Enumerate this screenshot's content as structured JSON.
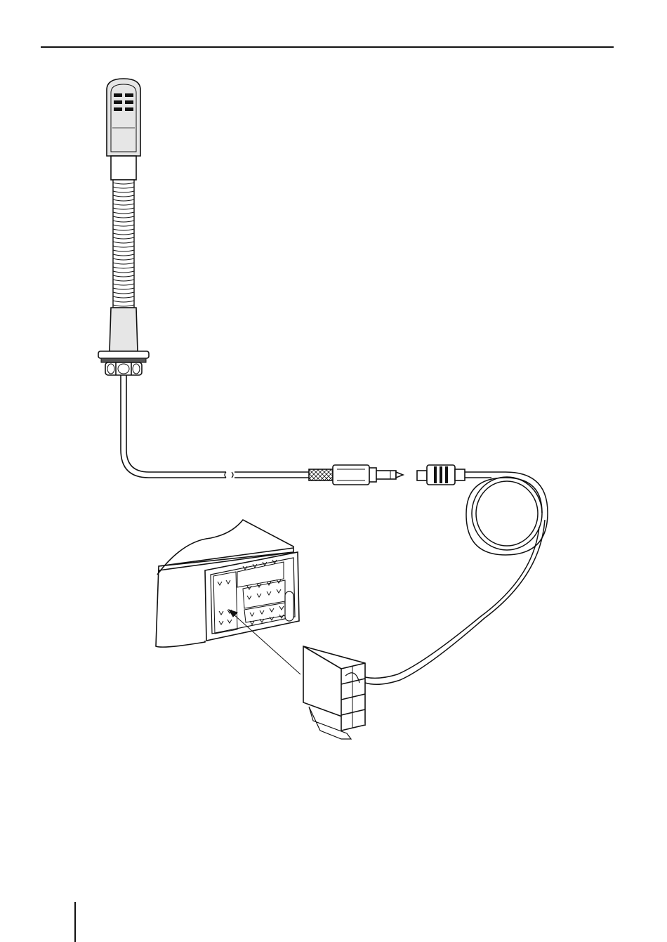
{
  "page": {
    "colors": {
      "line": "#111111",
      "fill_light": "#e6e6e6",
      "fill_mid": "#cfcfcf",
      "fill_dark": "#555555",
      "background": "#ffffff"
    }
  },
  "illustration": {
    "components": [
      "gooseneck-microphone",
      "flush-mount-nut",
      "microphone-cable",
      "jack-plug",
      "jack-socket",
      "coiled-adapter-cable",
      "radio-rear-iso-connector",
      "adapter-plug"
    ]
  }
}
